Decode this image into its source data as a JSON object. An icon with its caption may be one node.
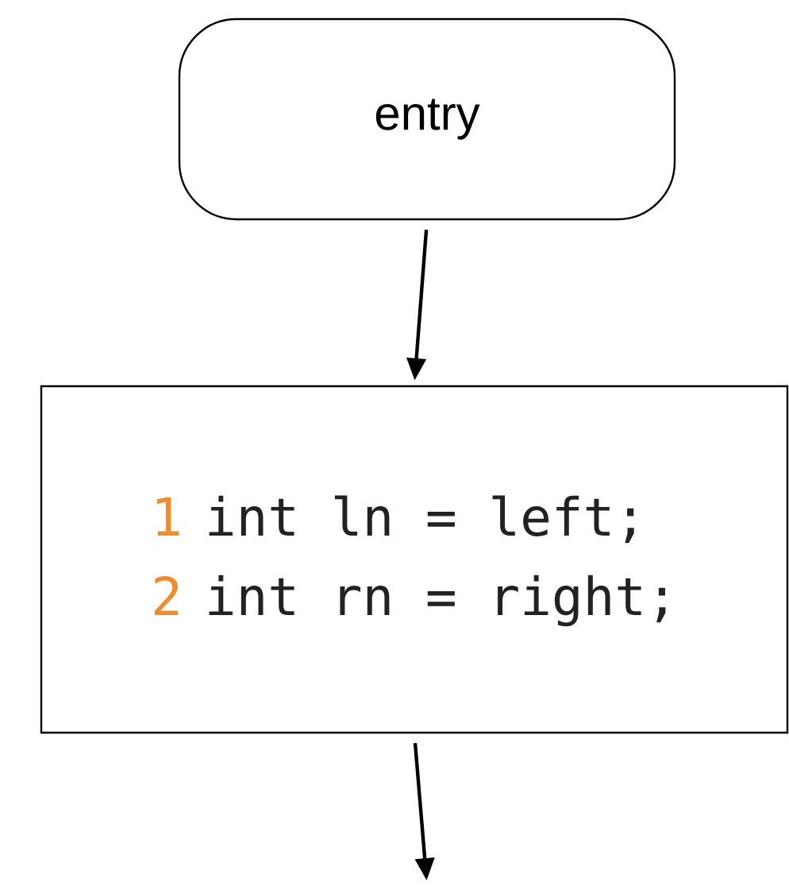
{
  "diagram": {
    "nodes": [
      {
        "text": [
          "entry"
        ]
      },
      {
        "text": [
          "1",
          "int ln = left;",
          "2",
          "int rn = right;"
        ]
      }
    ],
    "edges": [
      {
        "from": 0,
        "to": 1,
        "arrow": "to"
      },
      {
        "from": 1,
        "to": null,
        "arrow": "to"
      }
    ]
  }
}
